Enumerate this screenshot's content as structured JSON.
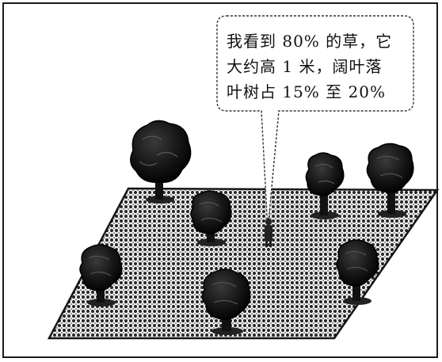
{
  "speech_bubble": {
    "lines": [
      "我看到 80% 的草，它",
      "大约高 1 米，阔叶落",
      "叶树占 15% 至 20%"
    ]
  },
  "colors": {
    "ink": "#111111",
    "field_fill": "#9a9a9a",
    "tree_dark": "#1b1b1b",
    "bubble_fill": "#ffffff"
  },
  "icons": {
    "person": "person-icon",
    "tree": "tree-icon"
  }
}
